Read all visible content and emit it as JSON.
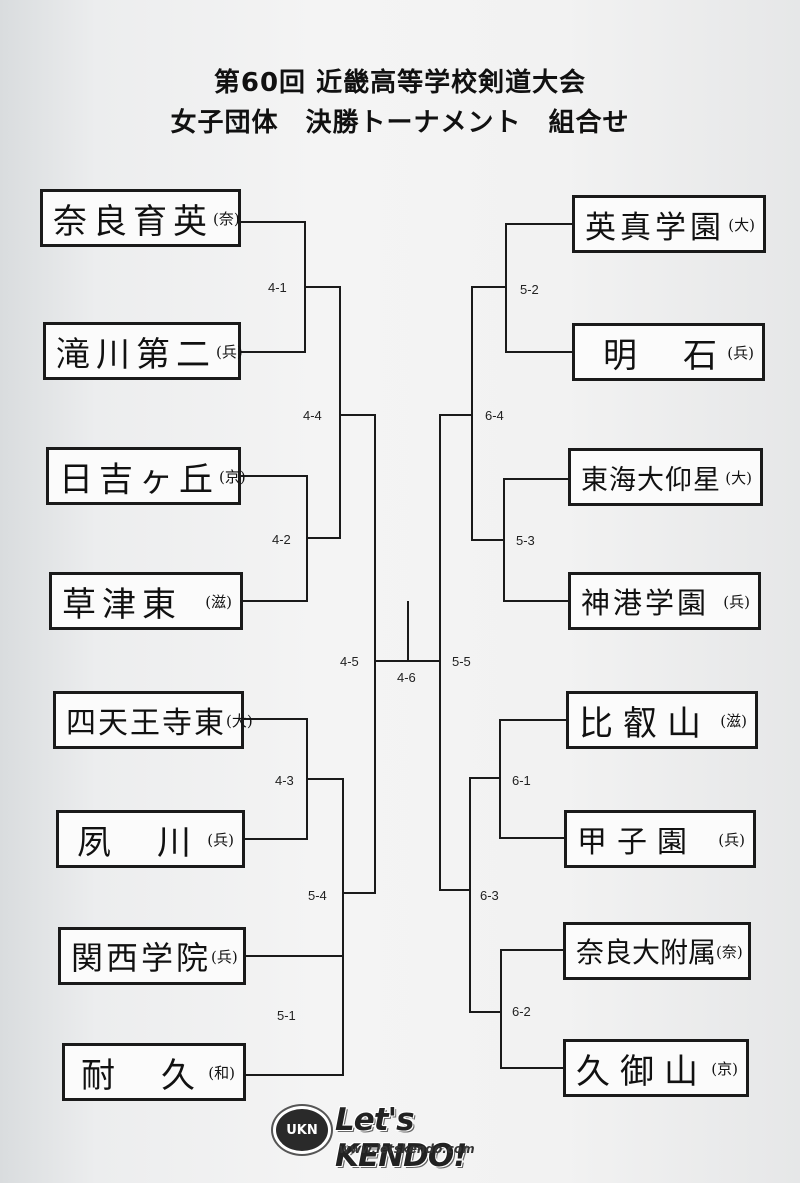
{
  "header": {
    "title_line1": "第60回 近畿高等学校剣道大会",
    "title_line2": "女子団体　決勝トーナメント　組合せ"
  },
  "left_teams": [
    {
      "name": "奈良育英",
      "pref": "(奈)"
    },
    {
      "name": "滝川第二",
      "pref": "(兵)"
    },
    {
      "name": "日吉ヶ丘",
      "pref": "(京)"
    },
    {
      "name": "草津東",
      "pref": "(滋)"
    },
    {
      "name": "四天王寺東",
      "pref": "(大)"
    },
    {
      "name": "夙　川",
      "pref": "(兵)"
    },
    {
      "name": "関西学院",
      "pref": "(兵)"
    },
    {
      "name": "耐　久",
      "pref": "(和)"
    }
  ],
  "right_teams": [
    {
      "name": "英真学園",
      "pref": "(大)"
    },
    {
      "name": "明　石",
      "pref": "(兵)"
    },
    {
      "name": "東海大仰星",
      "pref": "(大)"
    },
    {
      "name": "神港学園",
      "pref": "(兵)"
    },
    {
      "name": "比叡山",
      "pref": "(滋)"
    },
    {
      "name": "甲子園",
      "pref": "(兵)"
    },
    {
      "name": "奈良大附属",
      "pref": "(奈)"
    },
    {
      "name": "久御山",
      "pref": "(京)"
    }
  ],
  "matches": {
    "m4_1": "4-1",
    "m4_2": "4-2",
    "m4_3": "4-3",
    "m5_1": "5-1",
    "m4_4": "4-4",
    "m5_4": "5-4",
    "m4_5": "4-5",
    "m5_2": "5-2",
    "m5_3": "5-3",
    "m6_1": "6-1",
    "m6_2": "6-2",
    "m6_4": "6-4",
    "m6_3": "6-3",
    "m5_5": "5-5",
    "m4_6": "4-6"
  },
  "watermark": {
    "brand": "Let's KENDO!",
    "badge": "UKN",
    "url": "www.letskendo.com"
  },
  "colors": {
    "line": "#1a1a1a",
    "paper": "#f2f2f2"
  }
}
